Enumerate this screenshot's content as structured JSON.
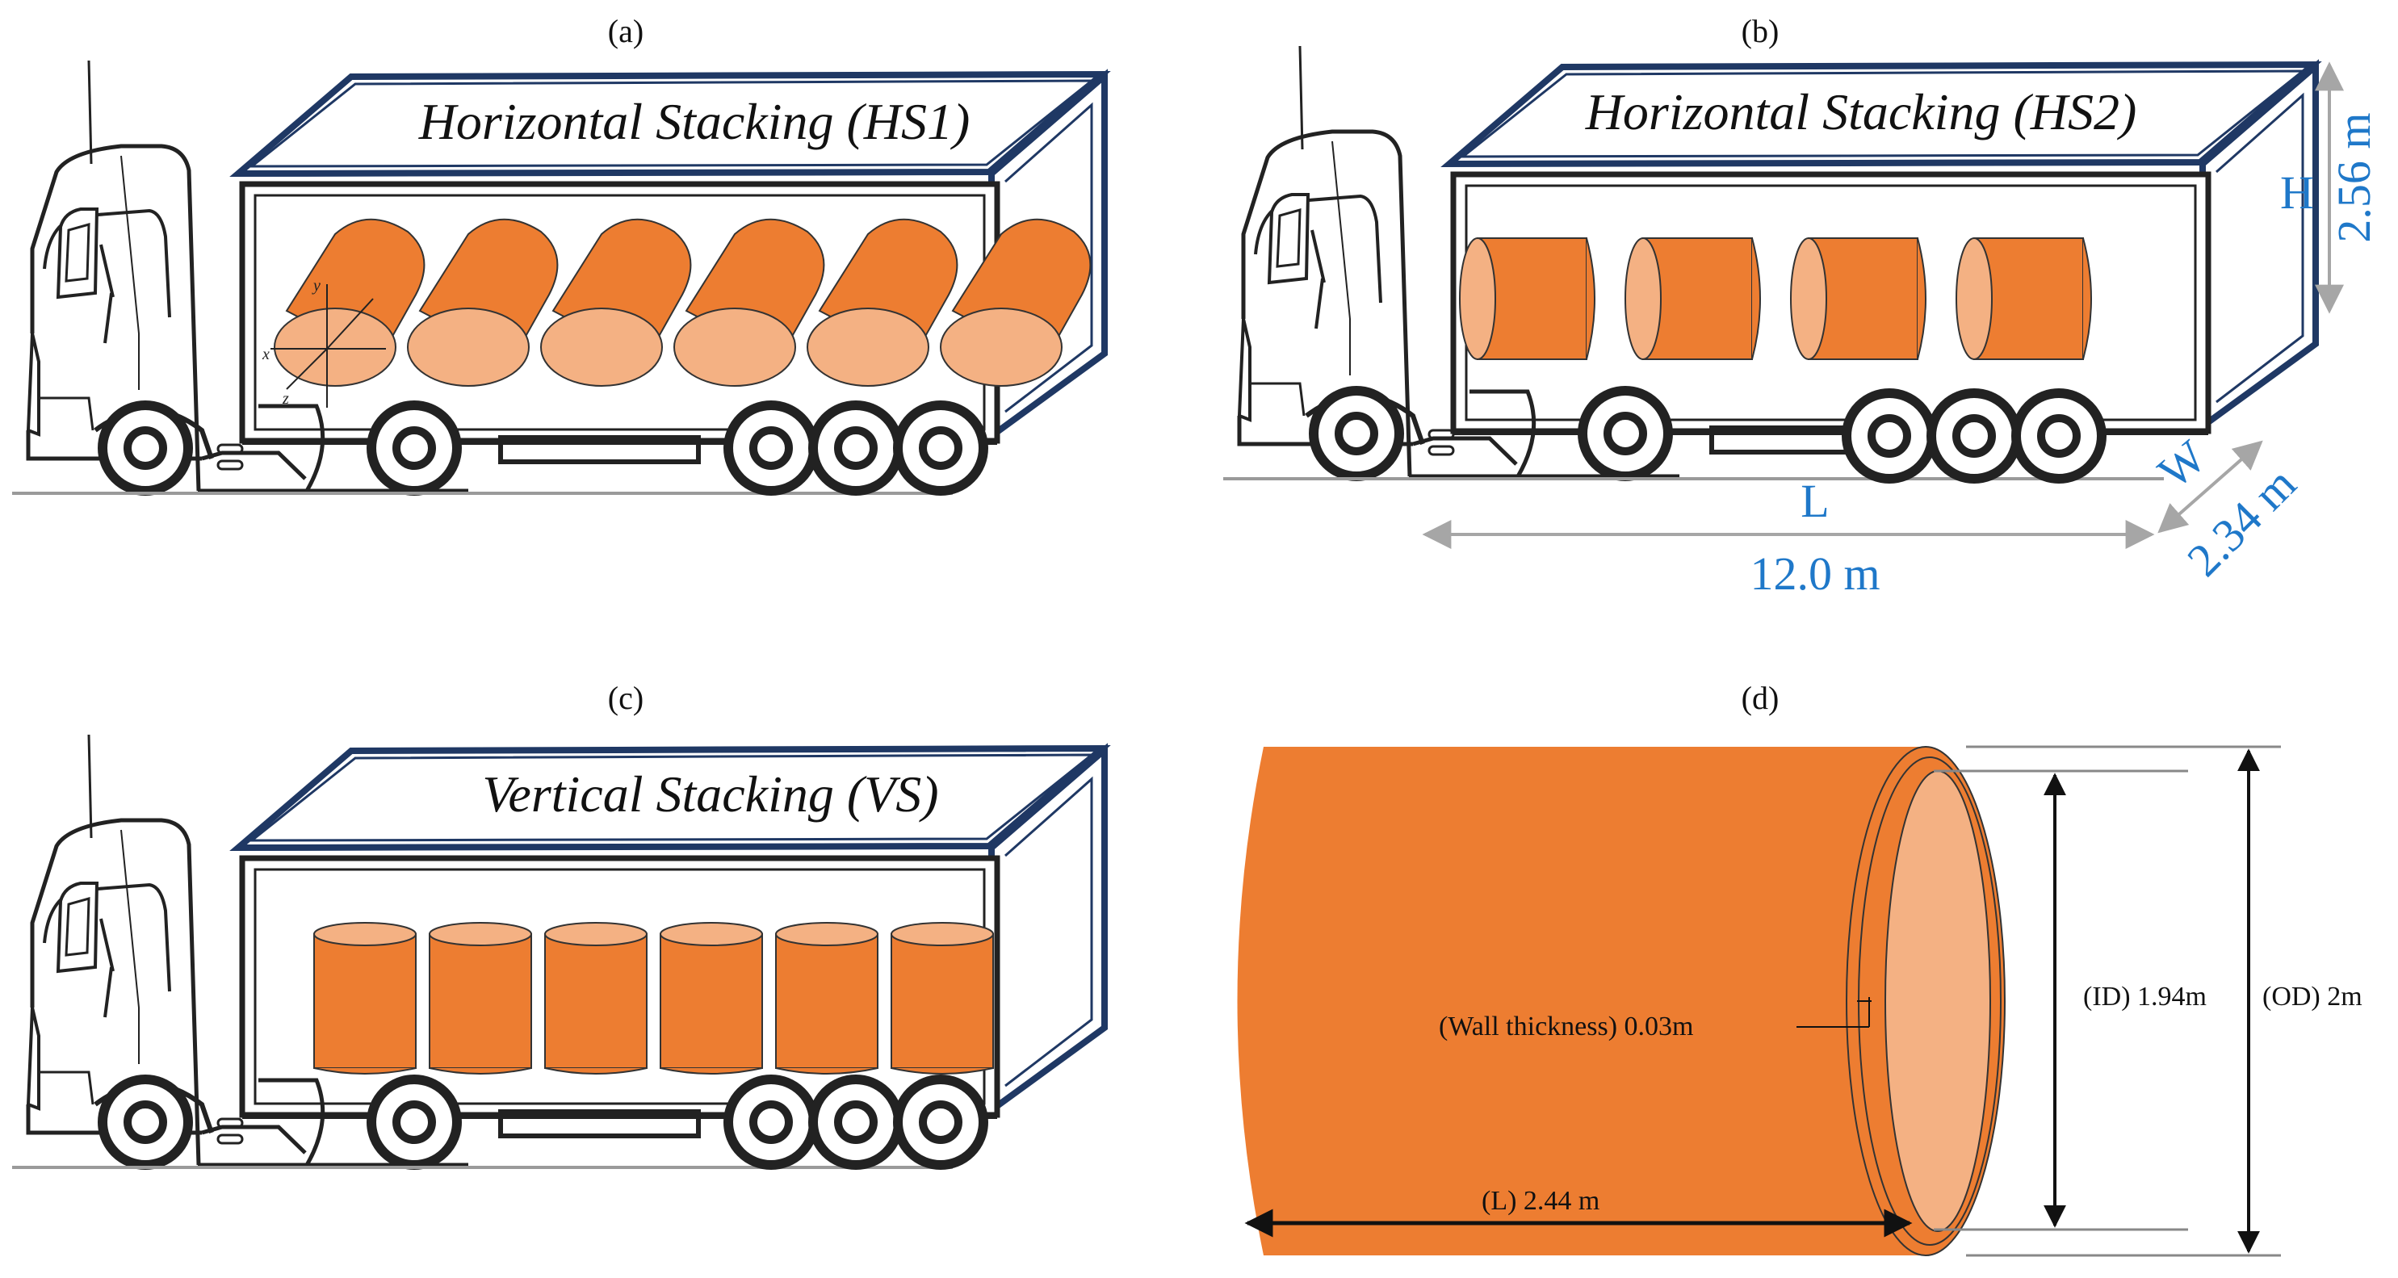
{
  "panels": {
    "a": {
      "label": "(a)",
      "title": "Horizontal Stacking (HS1)",
      "axes": {
        "x": "x",
        "y": "y",
        "z": "z"
      }
    },
    "b": {
      "label": "(b)",
      "title": "Horizontal Stacking (HS2)"
    },
    "c": {
      "label": "(c)",
      "title": "Vertical Stacking (VS)"
    },
    "d": {
      "label": "(d)"
    }
  },
  "container_dimensions": {
    "length_symbol": "L",
    "length_value": "12.0 m",
    "width_symbol": "W",
    "width_value": "2.34 m",
    "height_symbol": "H",
    "height_value": "2.56 m"
  },
  "pipe": {
    "wall_thickness_label": "(Wall thickness) 0.03m",
    "inner_diameter_label": "(ID) 1.94m",
    "outer_diameter_label": "(OD) 2m",
    "length_label": "(L) 2.44 m"
  },
  "colors": {
    "pipe_orange": "#ED7D31",
    "pipe_face": "#F4B183",
    "container_outline": "#1F3864",
    "dimension_blue": "#1F78C9",
    "dimension_gray": "#A6A6A6"
  }
}
